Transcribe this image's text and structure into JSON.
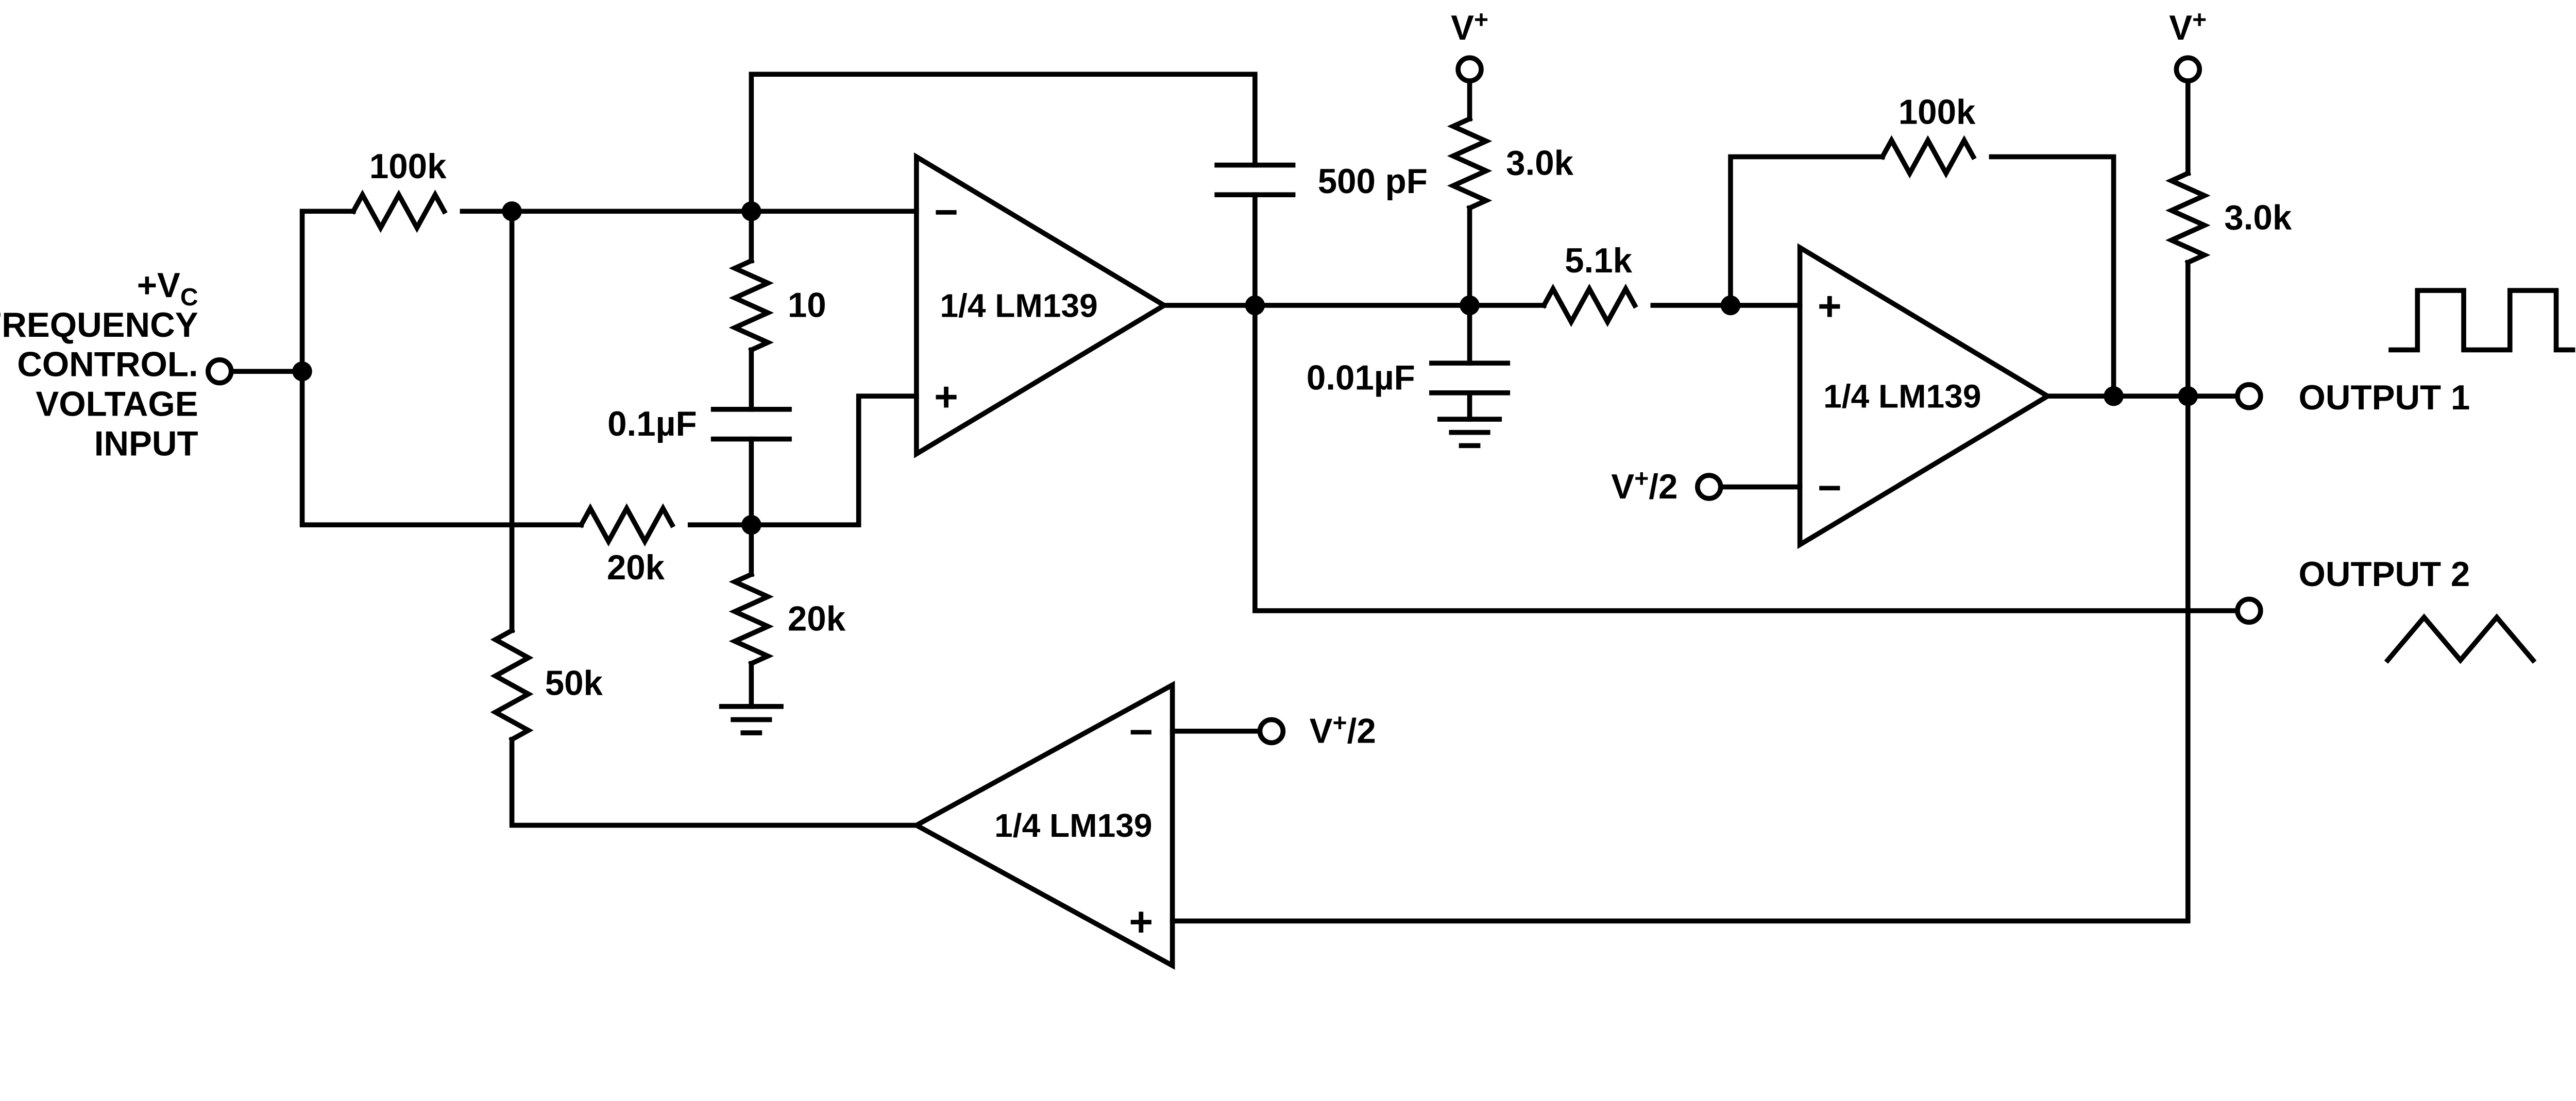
{
  "schematic": {
    "input": {
      "label_main": "+V",
      "label_sub": "C",
      "lines": [
        "FREQUENCY",
        "CONTROL.",
        "VOLTAGE",
        "INPUT"
      ]
    },
    "resistors": {
      "input_100k": "100k",
      "series_20k": "20k",
      "ground_20k": "20k",
      "sink_50k": "50k",
      "small_10": "10",
      "pullup_mid_3k": "3.0k",
      "coupling_5k1": "5.1k",
      "feedback_100k": "100k",
      "pullup_out_3k": "3.0k"
    },
    "capacitors": {
      "integrator_500pf": "500 pF",
      "series_0_1uf": "0.1µF",
      "filter_0_01uf": "0.01µF"
    },
    "comparators": [
      {
        "label": "1/4 LM139",
        "minus": "−",
        "plus": "+"
      },
      {
        "label": "1/4 LM139",
        "minus": "−",
        "plus": "+"
      },
      {
        "label": "1/4 LM139",
        "minus": "−",
        "plus": "+"
      }
    ],
    "supplies": {
      "v": "V",
      "plus": "+",
      "half_suffix": "/2"
    },
    "outputs": {
      "output1": "OUTPUT 1",
      "output2": "OUTPUT 2"
    }
  }
}
